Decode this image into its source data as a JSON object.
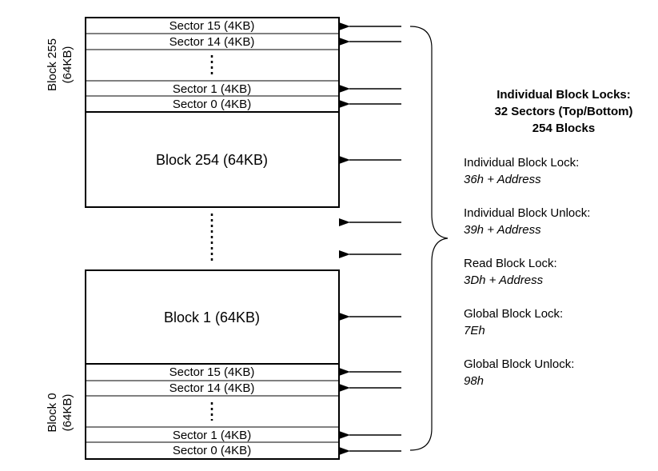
{
  "block255": {
    "label_line1": "Block 255",
    "label_line2": "(64KB)",
    "sector_15": "Sector 15 (4KB)",
    "sector_14": "Sector 14 (4KB)",
    "sector_1": "Sector 1 (4KB)",
    "sector_0": "Sector 0 (4KB)"
  },
  "block254": {
    "label": "Block 254 (64KB)"
  },
  "block1": {
    "label": "Block 1 (64KB)"
  },
  "block0": {
    "label_line1": "Block 0",
    "label_line2": "(64KB)",
    "sector_15": "Sector 15 (4KB)",
    "sector_14": "Sector 14 (4KB)",
    "sector_1": "Sector 1 (4KB)",
    "sector_0": "Sector 0 (4KB)"
  },
  "locks": {
    "title_line1": "Individual Block Locks:",
    "title_line2": "32 Sectors (Top/Bottom)",
    "title_line3": "254 Blocks",
    "commands": [
      {
        "label": "Individual Block Lock:",
        "code": "36h + Address"
      },
      {
        "label": "Individual Block Unlock:",
        "code": "39h + Address"
      },
      {
        "label": "Read Block Lock:",
        "code": "3Dh + Address"
      },
      {
        "label": "Global Block Lock:",
        "code": "7Eh"
      },
      {
        "label": "Global Block Unlock:",
        "code": "98h"
      }
    ]
  }
}
